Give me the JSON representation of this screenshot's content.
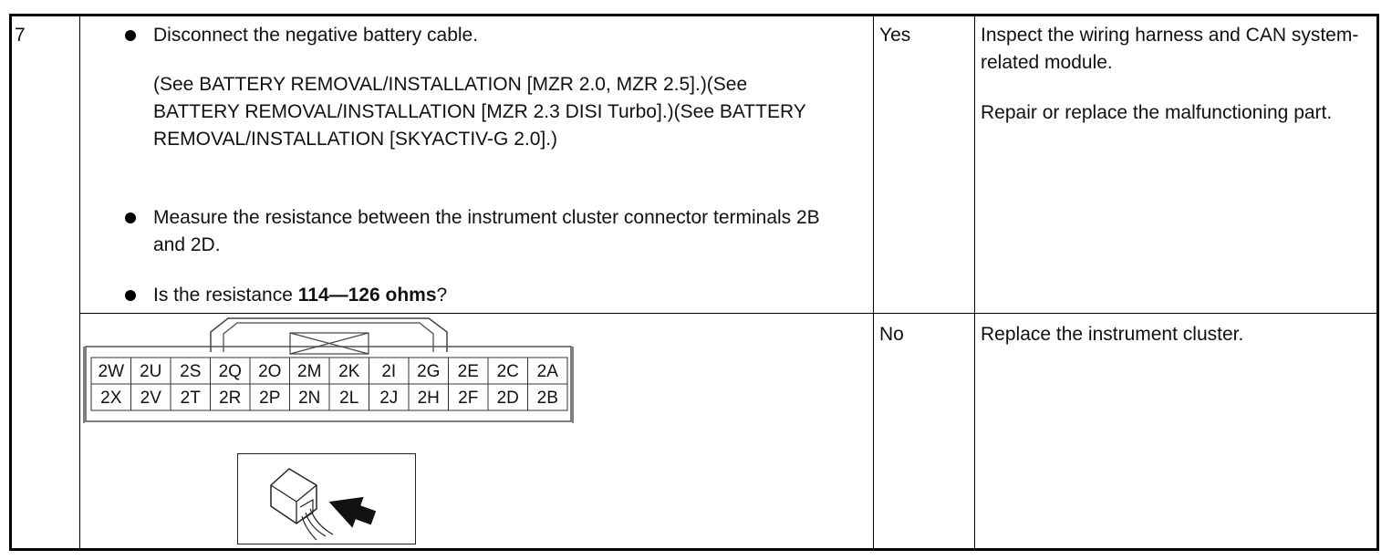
{
  "step": "7",
  "inspection": {
    "items": [
      {
        "text": "Disconnect the negative battery cable."
      },
      {
        "text": "(See BATTERY REMOVAL/INSTALLATION [MZR 2.0, MZR 2.5].)(See BATTERY REMOVAL/INSTALLATION [MZR 2.3 DISI Turbo].)(See BATTERY REMOVAL/INSTALLATION [SKYACTIV-G 2.0].)"
      },
      {
        "text": "Measure the resistance between the instrument cluster connector terminals 2B and 2D."
      },
      {
        "prefix": "Is the resistance ",
        "bold": "114—126 ohms",
        "suffix": "?"
      }
    ]
  },
  "results": [
    {
      "answer": "Yes",
      "actions": [
        "Inspect the wiring harness and CAN system-related module.",
        "Repair or replace the malfunctioning part."
      ]
    },
    {
      "answer": "No",
      "actions": [
        "Replace the instrument cluster."
      ]
    }
  ],
  "connector": {
    "row1": [
      "2W",
      "2U",
      "2S",
      "2Q",
      "2O",
      "2M",
      "2K",
      "2I",
      "2G",
      "2E",
      "2C",
      "2A"
    ],
    "row2": [
      "2X",
      "2V",
      "2T",
      "2R",
      "2P",
      "2N",
      "2L",
      "2J",
      "2H",
      "2F",
      "2D",
      "2B"
    ]
  },
  "icons": [
    "connector-probe-icon",
    "arrow-icon"
  ]
}
